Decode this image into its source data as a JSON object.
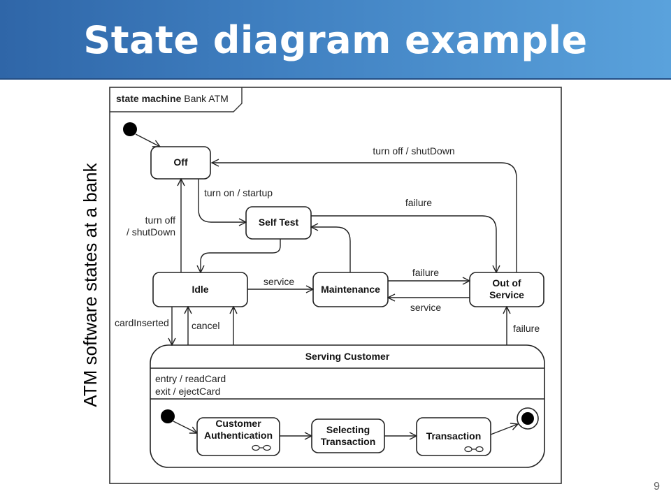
{
  "slide": {
    "title": "State diagram example",
    "side_caption": "ATM software states at a bank",
    "page_number": "9"
  },
  "diagram": {
    "frame_keyword": "state machine",
    "frame_name": "Bank ATM",
    "states": {
      "off": "Off",
      "self_test": "Self Test",
      "idle": "Idle",
      "maintenance": "Maintenance",
      "out_of_service_line1": "Out of",
      "out_of_service_line2": "Service",
      "serving_customer": "Serving Customer",
      "customer_auth_line1": "Customer",
      "customer_auth_line2": "Authentication",
      "selecting_line1": "Selecting",
      "selecting_line2": "Transaction",
      "transaction": "Transaction"
    },
    "internal_activities": {
      "entry": "entry / readCard",
      "exit": "exit / ejectCard"
    },
    "transitions": {
      "turn_off_shutdown_top": "turn off / shutDown",
      "turn_on_startup": "turn on / startup",
      "failure_selftest": "failure",
      "turn_off_idle_line1": "turn off",
      "turn_off_idle_line2": "/ shutDown",
      "service_idle": "service",
      "failure_maintenance": "failure",
      "service_outofservice": "service",
      "card_inserted": "cardInserted",
      "cancel": "cancel",
      "failure_serving": "failure"
    }
  }
}
